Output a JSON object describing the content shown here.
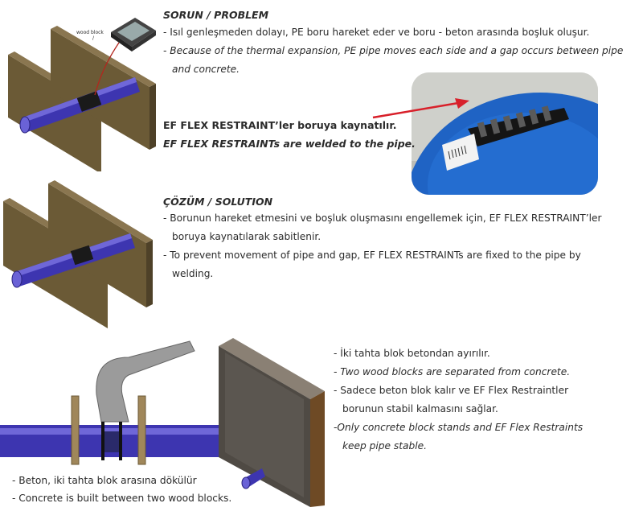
{
  "colors": {
    "text": "#2b2b2b",
    "pipe": "#3d35b0",
    "board": "#6b5a36",
    "arrow": "#d8202a"
  },
  "fig1": {
    "label_line1": "wood block",
    "label_line2": "/"
  },
  "problem": {
    "heading_tr": "SORUN /",
    "heading_en": "PROBLEM",
    "tr": "- Isıl genleşmeden dolayı, PE boru hareket eder ve boru - beton arasında boşluk oluşur.",
    "en_line1": "- Because of the thermal expansion, PE pipe moves each side and a gap occurs between pipe",
    "en_line2": "and concrete."
  },
  "restraint": {
    "tr": "EF FLEX RESTRAINT’ler boruya kaynatılır.",
    "en": "EF FLEX RESTRAINTs are welded to the pipe."
  },
  "solution": {
    "heading_tr": "ÇÖZÜM /",
    "heading_en": "SOLUTION",
    "tr_line1": "- Borunun hareket etmesini ve boşluk oluşmasını engellemek için, EF FLEX RESTRAINT’ler",
    "tr_line2": "boruya kaynatılarak sabitlenir.",
    "en_line1": "- To prevent movement of pipe and gap, EF FLEX RESTRAINTs are fixed to the pipe by",
    "en_line2": "welding."
  },
  "concrete_pour": {
    "tr": "- Beton, iki tahta blok arasına dökülür",
    "en": "- Concrete is built between two wood blocks."
  },
  "final": {
    "l1": "- İki tahta blok betondan ayırılır.",
    "l2": "- Two wood blocks are separated from concrete.",
    "l3": "- Sadece beton blok kalır ve EF Flex Restraintler",
    "l4": "borunun stabil kalmasını sağlar.",
    "l5": "-Only concrete block stands and EF Flex Restraints",
    "l6": "keep pipe stable."
  }
}
